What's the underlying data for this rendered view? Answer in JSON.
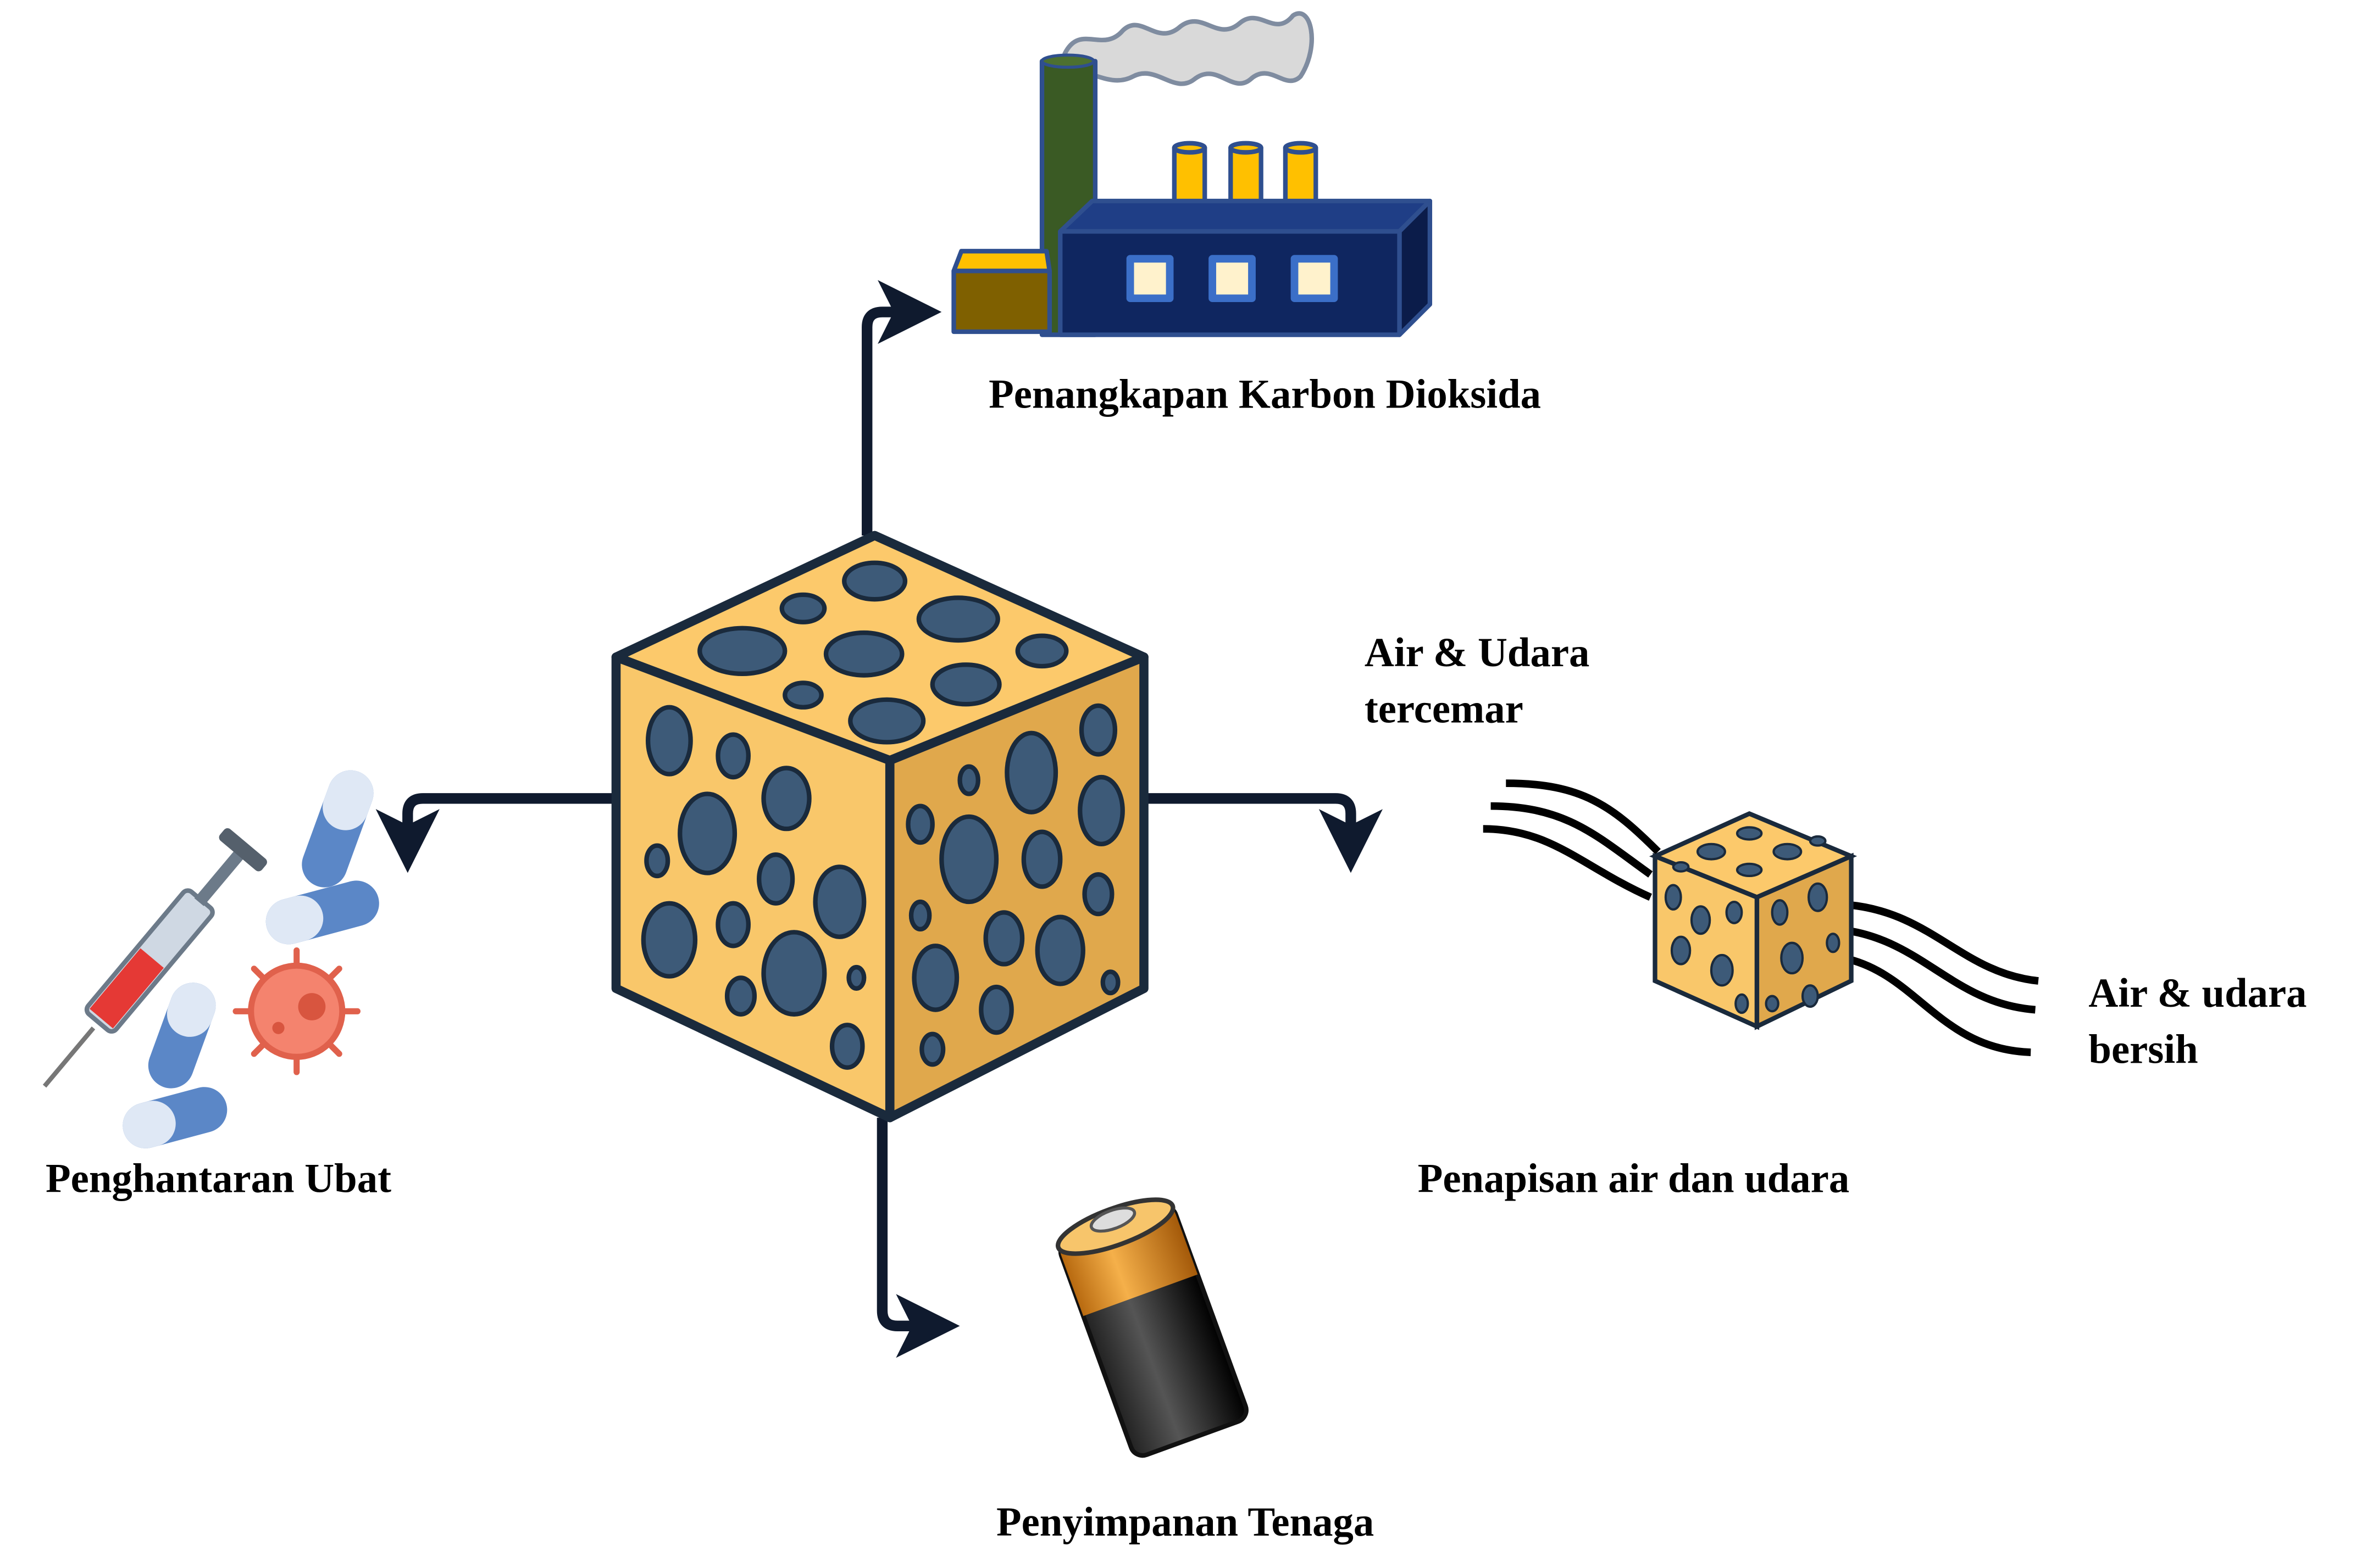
{
  "labels": {
    "carbon_capture": "Penangkapan Karbon Dioksida",
    "polluted_line1": "Air & Udara",
    "polluted_line2": "tercemar",
    "clean_line1": "Air & udara",
    "clean_line2": "bersih",
    "filtration": "Penapisan air dan udara",
    "drug_delivery": "Penghantaran Ubat",
    "energy_storage": "Penyimpanan Tenaga"
  },
  "colors": {
    "cube_top": "#fcc96b",
    "cube_left": "#f9c76a",
    "cube_right": "#e0a84c",
    "pore": "#3d5a78",
    "factory": "#0f2660",
    "chimney": "#3a5a24",
    "accent_yellow": "#ffc000"
  }
}
